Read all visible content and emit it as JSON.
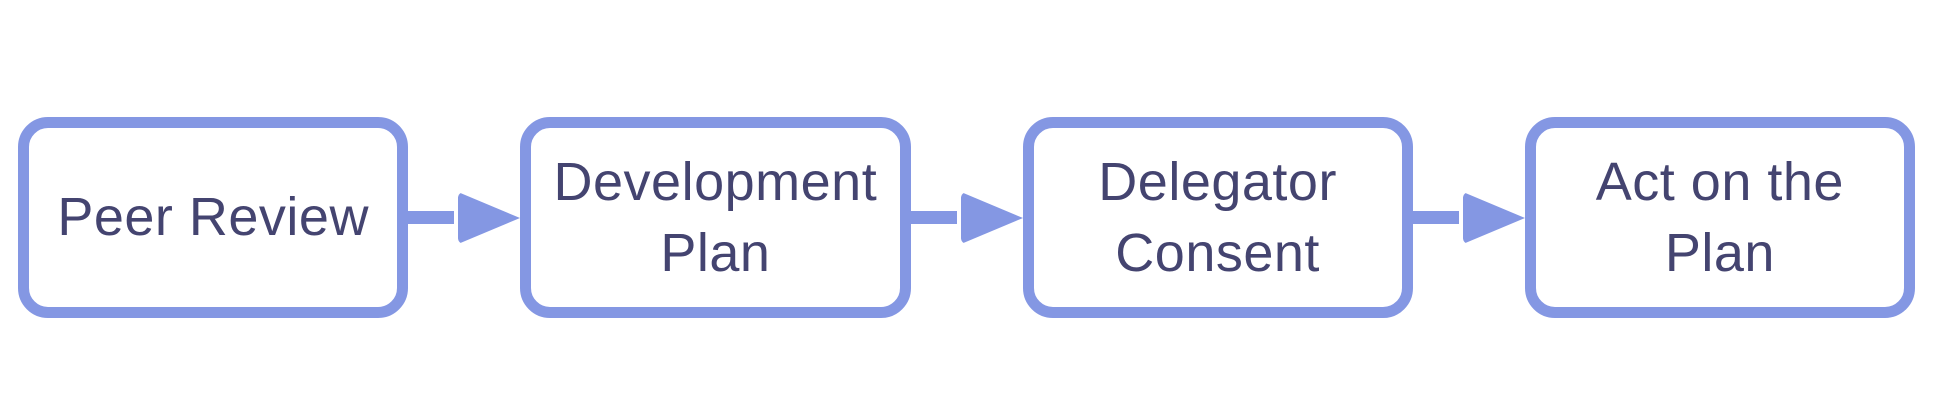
{
  "page": {
    "background_color": "#ffffff"
  },
  "flow": {
    "type": "process-flow",
    "direction": "left-to-right",
    "accent_color": "#8497E3",
    "text_color": "#444470",
    "box_fill_color": "#ffffff",
    "steps": [
      {
        "label": "Peer Review"
      },
      {
        "label": "Development\nPlan"
      },
      {
        "label": "Delegator\nConsent"
      },
      {
        "label": "Act on the\nPlan"
      }
    ],
    "connector": {
      "icon": "arrow-right-icon",
      "color": "#8497E3"
    }
  }
}
